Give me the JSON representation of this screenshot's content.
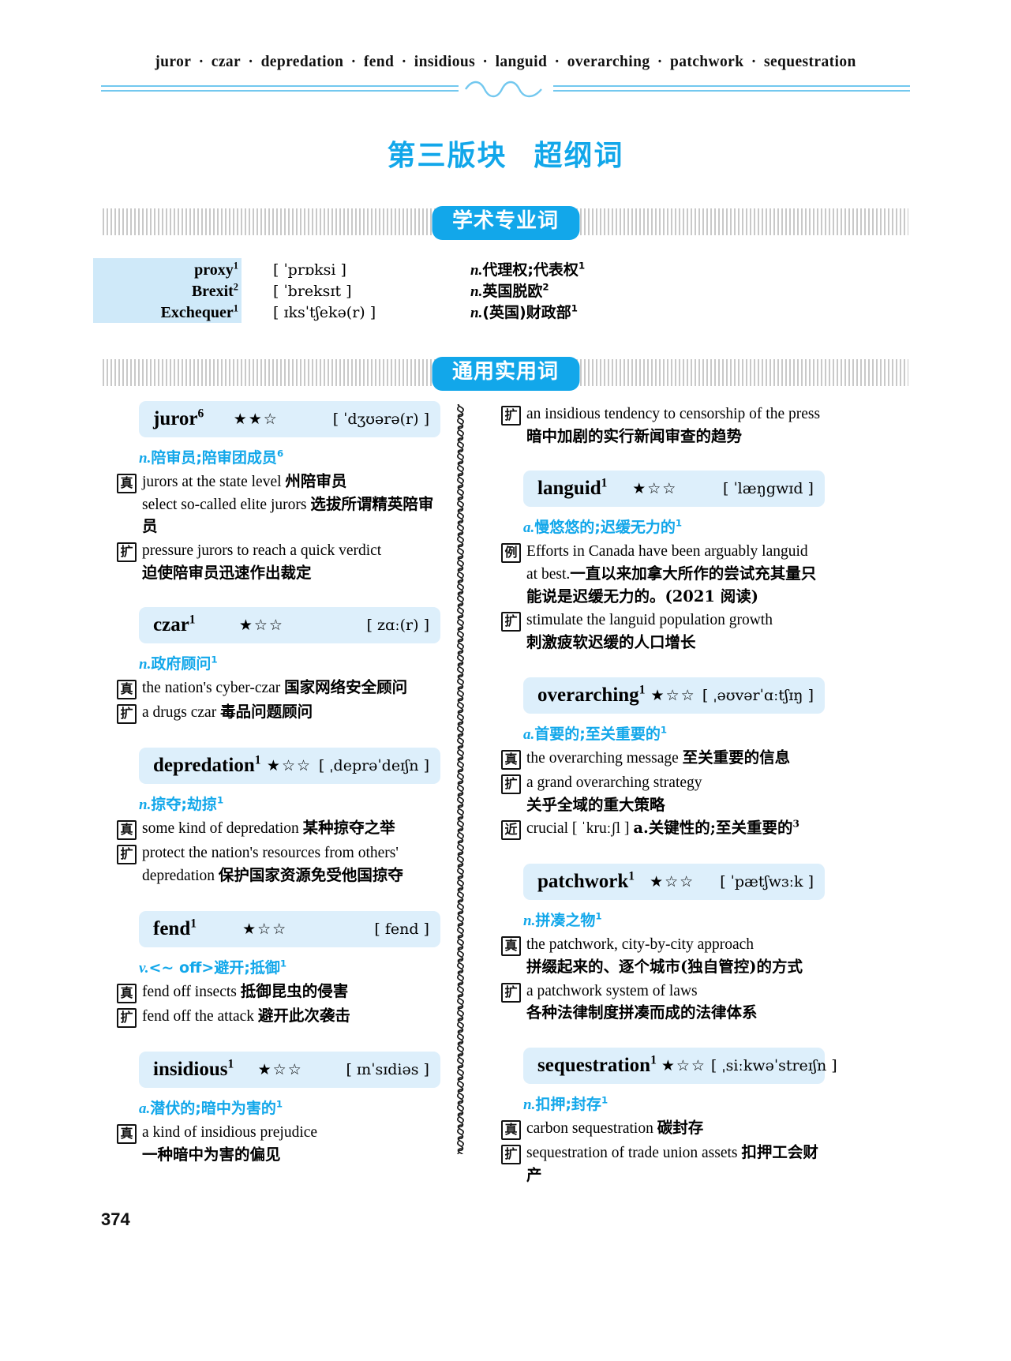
{
  "running_head": {
    "words": [
      "juror",
      "czar",
      "depredation",
      "fend",
      "insidious",
      "languid",
      "overarching",
      "patchwork",
      "sequestration"
    ],
    "separator": "·"
  },
  "title": {
    "part": "第三版块",
    "name": "超纲词"
  },
  "sections": [
    {
      "pill_label": "学术专业词"
    },
    {
      "pill_label": "通用实用词"
    }
  ],
  "academic_words": [
    {
      "word": "proxy",
      "sup": "1",
      "phonetic": "[ ˈprɒksi ]",
      "pos": "n.",
      "def": "代理权;代表权",
      "def_sup": "1"
    },
    {
      "word": "Brexit",
      "sup": "2",
      "phonetic": "[ ˈbreksɪt ]",
      "pos": "n.",
      "def": "英国脱欧",
      "def_sup": "2"
    },
    {
      "word": "Exchequer",
      "sup": "1",
      "phonetic": "[ ɪksˈtʃekə(r) ]",
      "pos": "n.",
      "def": "(英国)财政部",
      "def_sup": "1"
    }
  ],
  "left_column": [
    {
      "word": "juror",
      "sup": "6",
      "stars": "★★☆",
      "phonetic": "[ ˈdʒʊərə(r) ]",
      "pos": "n.",
      "definition": "陪审员;陪审团成员",
      "def_sup": "6",
      "examples": [
        {
          "icon": "真",
          "lines": [
            {
              "en": "jurors at the state level ",
              "zh": "州陪审员"
            },
            {
              "en": "select so-called elite jurors ",
              "zh": "选拔所谓精英陪审员"
            }
          ]
        },
        {
          "icon": "扩",
          "lines": [
            {
              "en": "pressure jurors to reach a quick verdict",
              "zh": ""
            },
            {
              "en": "",
              "zh": "迫使陪审员迅速作出裁定"
            }
          ]
        }
      ]
    },
    {
      "word": "czar",
      "sup": "1",
      "stars": "★☆☆",
      "phonetic": "[ zɑː(r) ]",
      "pos": "n.",
      "definition": "政府顾问",
      "def_sup": "1",
      "examples": [
        {
          "icon": "真",
          "lines": [
            {
              "en": "the nation's cyber-czar ",
              "zh": "国家网络安全顾问"
            }
          ]
        },
        {
          "icon": "扩",
          "lines": [
            {
              "en": "a drugs czar ",
              "zh": "毒品问题顾问"
            }
          ]
        }
      ]
    },
    {
      "word": "depredation",
      "sup": "1",
      "stars": "★☆☆",
      "phonetic": "[ ˌdeprəˈdeɪʃn ]",
      "pos": "n.",
      "definition": "掠夺;劫掠",
      "def_sup": "1",
      "examples": [
        {
          "icon": "真",
          "lines": [
            {
              "en": "some kind of depredation ",
              "zh": "某种掠夺之举"
            }
          ]
        },
        {
          "icon": "扩",
          "lines": [
            {
              "en": "protect the nation's resources from others'",
              "zh": ""
            },
            {
              "en": "depredation ",
              "zh": "保护国家资源免受他国掠夺"
            }
          ]
        }
      ]
    },
    {
      "word": "fend",
      "sup": "1",
      "stars": "★☆☆",
      "phonetic": "[ fend ]",
      "pos": "v.",
      "definition": "<~ off>避开;抵御",
      "def_sup": "1",
      "examples": [
        {
          "icon": "真",
          "lines": [
            {
              "en": "fend off insects ",
              "zh": "抵御昆虫的侵害"
            }
          ]
        },
        {
          "icon": "扩",
          "lines": [
            {
              "en": "fend off the attack ",
              "zh": "避开此次袭击"
            }
          ]
        }
      ]
    },
    {
      "word": "insidious",
      "sup": "1",
      "stars": "★☆☆",
      "phonetic": "[ ɪnˈsɪdiəs ]",
      "pos": "a.",
      "definition": "潜伏的;暗中为害的",
      "def_sup": "1",
      "examples": [
        {
          "icon": "真",
          "lines": [
            {
              "en": "a kind of insidious prejudice",
              "zh": ""
            },
            {
              "en": "",
              "zh": "一种暗中为害的偏见"
            }
          ]
        }
      ]
    }
  ],
  "right_column_orphan": {
    "icon": "扩",
    "lines": [
      {
        "en": "an insidious tendency to censorship of the press",
        "zh": ""
      },
      {
        "en": "",
        "zh": "暗中加剧的实行新闻审查的趋势"
      }
    ]
  },
  "right_column": [
    {
      "word": "languid",
      "sup": "1",
      "stars": "★☆☆",
      "phonetic": "[ ˈlæŋgwɪd ]",
      "pos": "a.",
      "definition": "慢悠悠的;迟缓无力的",
      "def_sup": "1",
      "examples": [
        {
          "icon": "例",
          "lines": [
            {
              "en": "Efforts in Canada have been arguably languid",
              "zh": ""
            },
            {
              "en": "at best.",
              "zh": "一直以来加拿大所作的尝试充其量只"
            },
            {
              "en": "",
              "zh": "能说是迟缓无力的。(2021 阅读)"
            }
          ]
        },
        {
          "icon": "扩",
          "lines": [
            {
              "en": "stimulate the languid population growth",
              "zh": ""
            },
            {
              "en": "",
              "zh": "刺激疲软迟缓的人口增长"
            }
          ]
        }
      ]
    },
    {
      "word": "overarching",
      "sup": "1",
      "stars": "★☆☆",
      "phonetic": "[ ˌəʊvərˈɑːtʃɪŋ ]",
      "pos": "a.",
      "definition": "首要的;至关重要的",
      "def_sup": "1",
      "examples": [
        {
          "icon": "真",
          "lines": [
            {
              "en": "the overarching message ",
              "zh": "至关重要的信息"
            }
          ]
        },
        {
          "icon": "扩",
          "lines": [
            {
              "en": "a grand overarching strategy",
              "zh": ""
            },
            {
              "en": "",
              "zh": "关乎全域的重大策略"
            }
          ]
        },
        {
          "icon": "近",
          "lines": [
            {
              "en": "crucial [ ˈkruːʃl ] ",
              "zh": "a.关键性的;至关重要的",
              "zh_sup": "3"
            }
          ]
        }
      ]
    },
    {
      "word": "patchwork",
      "sup": "1",
      "stars": "★☆☆",
      "phonetic": "[ ˈpætʃwɜːk ]",
      "pos": "n.",
      "definition": "拼凑之物",
      "def_sup": "1",
      "examples": [
        {
          "icon": "真",
          "lines": [
            {
              "en": "the patchwork, city-by-city approach",
              "zh": ""
            },
            {
              "en": "",
              "zh": "拼缀起来的、逐个城市(独自管控)的方式"
            }
          ]
        },
        {
          "icon": "扩",
          "lines": [
            {
              "en": "a patchwork system of laws",
              "zh": ""
            },
            {
              "en": "",
              "zh": "各种法律制度拼凑而成的法律体系"
            }
          ]
        }
      ]
    },
    {
      "word": "sequestration",
      "sup": "1",
      "stars": "★☆☆",
      "phonetic": "[ ˌsiːkwəˈstreɪʃn ]",
      "pos": "n.",
      "definition": "扣押;封存",
      "def_sup": "1",
      "examples": [
        {
          "icon": "真",
          "lines": [
            {
              "en": "carbon sequestration ",
              "zh": "碳封存"
            }
          ]
        },
        {
          "icon": "扩",
          "lines": [
            {
              "en": "sequestration of trade union assets ",
              "zh": "扣押工会财产"
            }
          ]
        }
      ]
    }
  ],
  "folio": "374",
  "colors": {
    "accent_blue": "#12a7ea",
    "header_bar": "#ddeffb",
    "table_highlight": "#cfe9f9",
    "rule_blue": "#73c8ef"
  }
}
